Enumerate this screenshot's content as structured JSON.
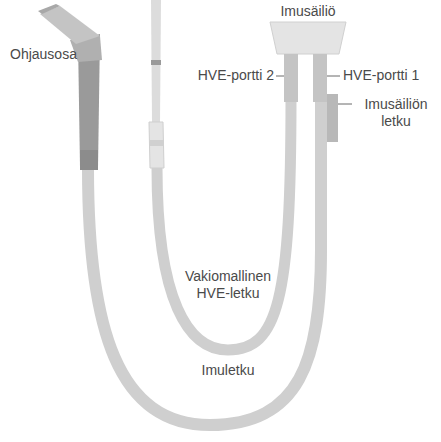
{
  "diagram": {
    "labels": [
      "Ohjausosa",
      "Imusäiliö",
      "HVE-portti 2",
      "HVE-portti 1",
      "Imusäiliön letku",
      "Vakiomallinen HVE-letku",
      "Imuletku"
    ]
  }
}
